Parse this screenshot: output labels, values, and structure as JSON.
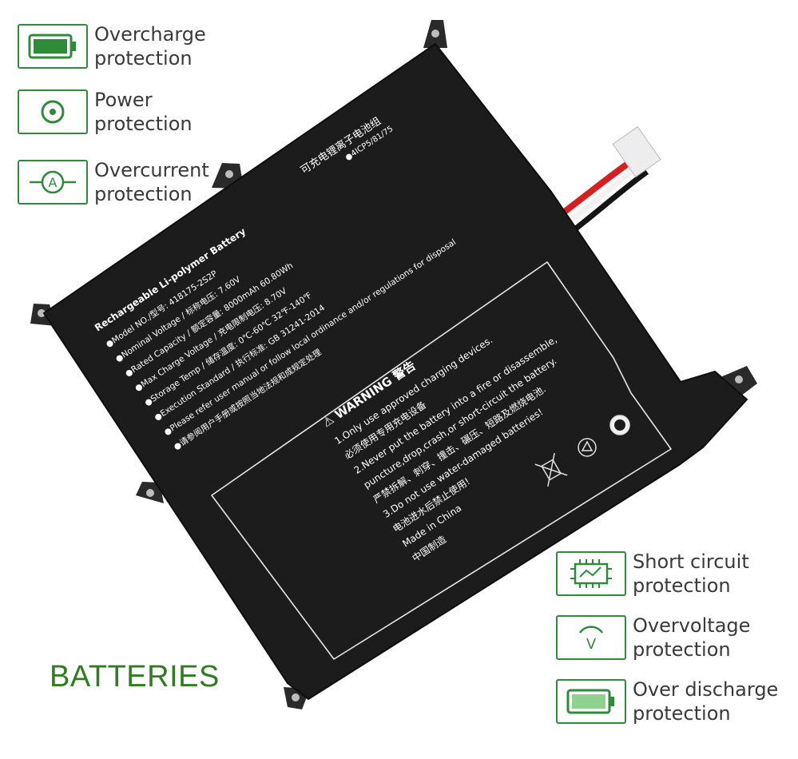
{
  "features": [
    {
      "id": "overcharge",
      "label": "Overcharge\nprotection",
      "icon": "battery-full-icon"
    },
    {
      "id": "power",
      "label": "Power\nprotection",
      "icon": "power-icon"
    },
    {
      "id": "overcurrent",
      "label": "Overcurrent\nprotection",
      "icon": "ammeter-icon"
    },
    {
      "id": "short-circuit",
      "label": "Short circuit\nprotection",
      "icon": "circuit-board-icon"
    },
    {
      "id": "overvoltage",
      "label": "Overvoltage\nprotection",
      "icon": "voltage-icon"
    },
    {
      "id": "over-discharge",
      "label": "Over discharge\nprotection",
      "icon": "battery-low-icon"
    }
  ],
  "brand": "BATTERIES",
  "colors": {
    "accent": "#2e8b3a",
    "brand": "#2e7d1f",
    "battery": "#1c1c1c",
    "cable_red": "#d62020"
  },
  "label": {
    "title": "Rechargeable Li-polymer Battery",
    "specs": [
      "●Model NO./型号: 418175-2S2P",
      "●Nominal Voltage / 标称电压: 7.60V",
      "●Rated Capacity / 额定容量: 8000mAh 60.80Wh",
      "●Max Charge Voltage / 充电限制电压: 8.70V",
      "●Storage Temp / 储存温度: 0℃-60℃ 32℉-140℉",
      "●Execution Standard / 执行标准: GB 31241-2014",
      "●Please refer user manual or follow local ordinance and/or regulations for disposal",
      "●请参阅用户手册或按照当地法规和成规定处理"
    ],
    "cn_title": "可充电锂离子电池组",
    "cell_code": "●4ICP5/81/75",
    "warning_title": "⚠ WARNING 警告",
    "warnings": [
      "1.Only use approved charging devices.",
      "必须使用专用充电设备",
      "2.Never put the battery into a fire or disassemble,",
      "puncture,drop,crash,or short-circuit the battery.",
      "严禁拆解、刺穿、撞击、碾压、短路及燃烧电池.",
      "3.Do not use water-damaged batteries!",
      "电池进水后禁止使用!",
      "Made in China",
      "中国制造"
    ]
  }
}
